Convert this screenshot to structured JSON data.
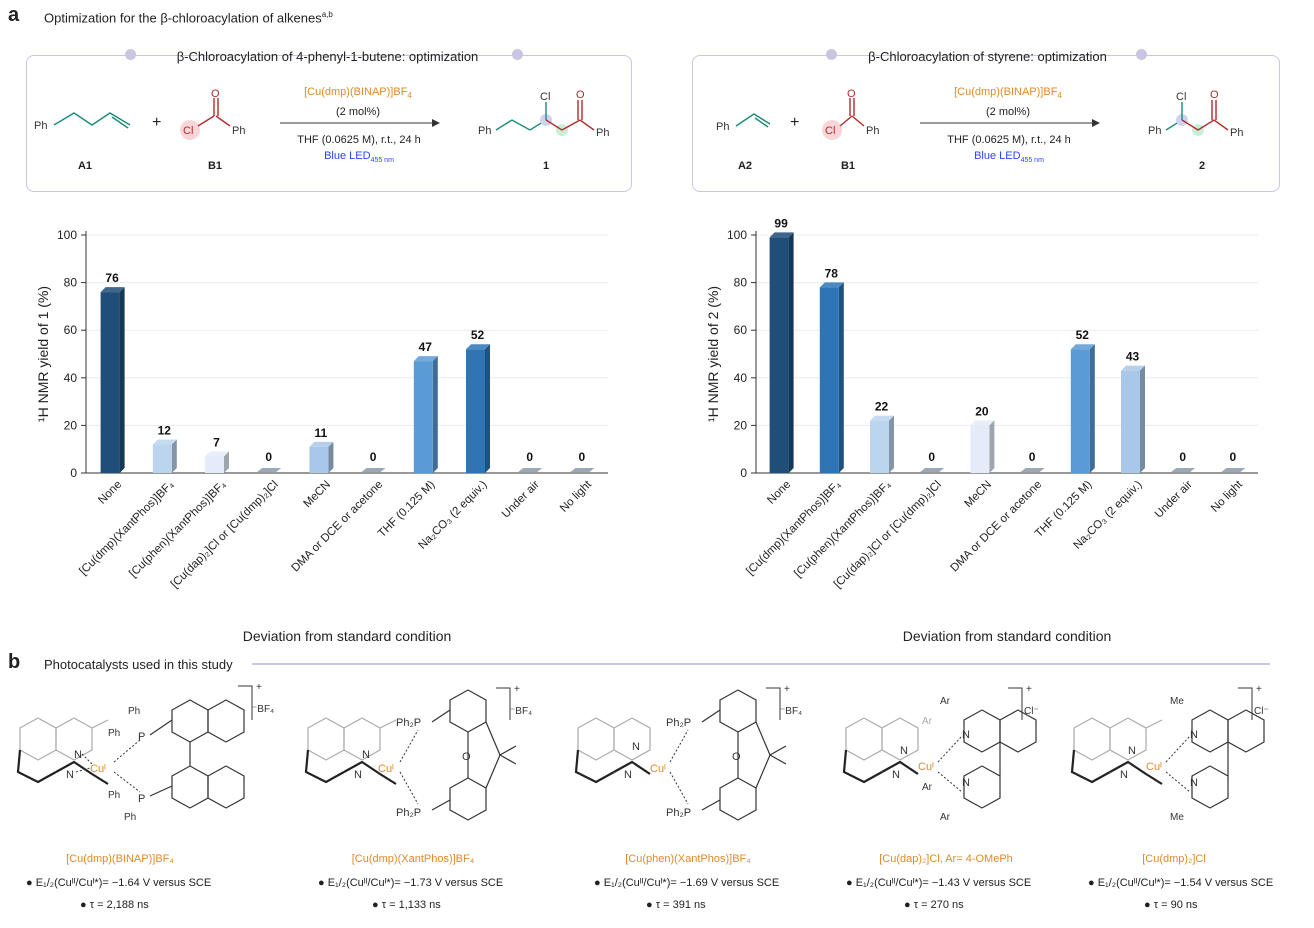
{
  "panel_a": {
    "letter": "a",
    "title": "Optimization for the β-chloroacylation of alkenes",
    "title_sup": "a,b",
    "scheme_left": {
      "title": "β-Chloroacylation of 4-phenyl-1-butene: optimization",
      "reagent1_label": "A1",
      "reagent2_label": "B1",
      "product_label": "1",
      "plus": "+",
      "catalyst": "[Cu(dmp)(BINAP)]BF",
      "catalyst_sub": "4",
      "loading": "(2 mol%)",
      "conditions": "THF (0.0625 M), r.t., 24 h",
      "light": "Blue LED",
      "light_sub": "455 nm"
    },
    "scheme_right": {
      "title": "β-Chloroacylation of styrene: optimization",
      "reagent1_label": "A2",
      "reagent2_label": "B1",
      "product_label": "2",
      "plus": "+",
      "catalyst": "[Cu(dmp)(BINAP)]BF",
      "catalyst_sub": "4",
      "loading": "(2 mol%)",
      "conditions": "THF (0.0625 M), r.t., 24 h",
      "light": "Blue LED",
      "light_sub": "455 nm"
    },
    "atom_labels": {
      "ph": "Ph",
      "cl": "Cl",
      "o": "O"
    }
  },
  "chart_data": [
    {
      "type": "bar",
      "categories": [
        "None",
        "[Cu(dmp)(XantPhos)]BF₄",
        "[Cu(phen)(XantPhos)]BF₄",
        "[Cu(dap)₂]Cl or [Cu(dmp)₂]Cl",
        "MeCN",
        "DMA or DCE or acetone",
        "THF (0.125 M)",
        "Na₂CO₃ (2 equiv.)",
        "Under air",
        "No light"
      ],
      "values": [
        76,
        12,
        7,
        0,
        11,
        0,
        47,
        52,
        0,
        0
      ],
      "data_labels": [
        "76",
        "12",
        "7",
        "0",
        "11",
        "0",
        "47",
        "52",
        "0",
        "0"
      ],
      "colors": [
        "#1f4e79",
        "#bcd5ef",
        "#e3ecf8",
        "#9aa8b8",
        "#a9c7e8",
        "#9aa8b8",
        "#5b9bd5",
        "#2e75b6",
        "#9aa8b8",
        "#9aa8b8"
      ],
      "ylabel": "¹H NMR yield of 1 (%)",
      "xlabel": "Deviation from standard condition",
      "ylim": [
        0,
        100
      ],
      "yticks": [
        "0",
        "20",
        "40",
        "60",
        "80",
        "100"
      ]
    },
    {
      "type": "bar",
      "categories": [
        "None",
        "[Cu(dmp)(XantPhos)]BF₄",
        "[Cu(phen)(XantPhos)]BF₄",
        "[Cu(dap)₂]Cl or [Cu(dmp)₂]Cl",
        "MeCN",
        "DMA or DCE or acetone",
        "THF (0.125 M)",
        "Na₂CO₃ (2 equiv.)",
        "Under air",
        "No light"
      ],
      "values": [
        99,
        78,
        22,
        0,
        20,
        0,
        52,
        43,
        0,
        0
      ],
      "data_labels": [
        "99",
        "78",
        "22",
        "0",
        "20",
        "0",
        "52",
        "43",
        "0",
        "0"
      ],
      "colors": [
        "#1f4e79",
        "#2e75b6",
        "#bcd5ef",
        "#9aa8b8",
        "#e3ecf8",
        "#9aa8b8",
        "#5b9bd5",
        "#a9c7e8",
        "#9aa8b8",
        "#9aa8b8"
      ],
      "ylabel": "¹H NMR yield of 2 (%)",
      "xlabel": "Deviation from standard condition",
      "ylim": [
        0,
        100
      ],
      "yticks": [
        "0",
        "20",
        "40",
        "60",
        "80",
        "100"
      ]
    }
  ],
  "panel_b": {
    "letter": "b",
    "title": "Photocatalysts used in this study",
    "catalysts": [
      {
        "name": "[Cu(dmp)(BINAP)]BF₄",
        "e_half": "E₁/₂(Cuᴵᴵ/Cuᴵ*)= −1.64 V versus SCE",
        "tau": "τ = 2,188 ns",
        "counterion": "⁻BF₄",
        "charge": "+"
      },
      {
        "name": "[Cu(dmp)(XantPhos)]BF₄",
        "e_half": "E₁/₂(Cuᴵᴵ/Cuᴵ*)= −1.73 V versus SCE",
        "tau": "τ = 1,133 ns",
        "counterion": "⁻BF₄",
        "charge": "+"
      },
      {
        "name": "[Cu(phen)(XantPhos)]BF₄",
        "e_half": "E₁/₂(Cuᴵᴵ/Cuᴵ*)= −1.69 V versus SCE",
        "tau": "τ = 391 ns",
        "counterion": "⁻BF₄",
        "charge": "+"
      },
      {
        "name": "[Cu(dap)₂]Cl, Ar= 4-OMePh",
        "e_half": "E₁/₂(Cuᴵᴵ/Cuᴵ*)= −1.43 V versus SCE",
        "tau": "τ = 270 ns",
        "counterion": "Cl⁻",
        "charge": "+"
      },
      {
        "name": "[Cu(dmp)₂]Cl",
        "e_half": "E₁/₂(Cuᴵᴵ/Cuᴵ*)= −1.54 V versus SCE",
        "tau": "τ = 90 ns",
        "counterion": "Cl⁻",
        "charge": "+"
      }
    ],
    "atom_labels": {
      "cu": "Cuᴵ",
      "n": "N",
      "p": "P",
      "ph": "Ph",
      "ph2p": "Ph₂P",
      "o": "O",
      "ar": "Ar",
      "me": "Me"
    }
  }
}
